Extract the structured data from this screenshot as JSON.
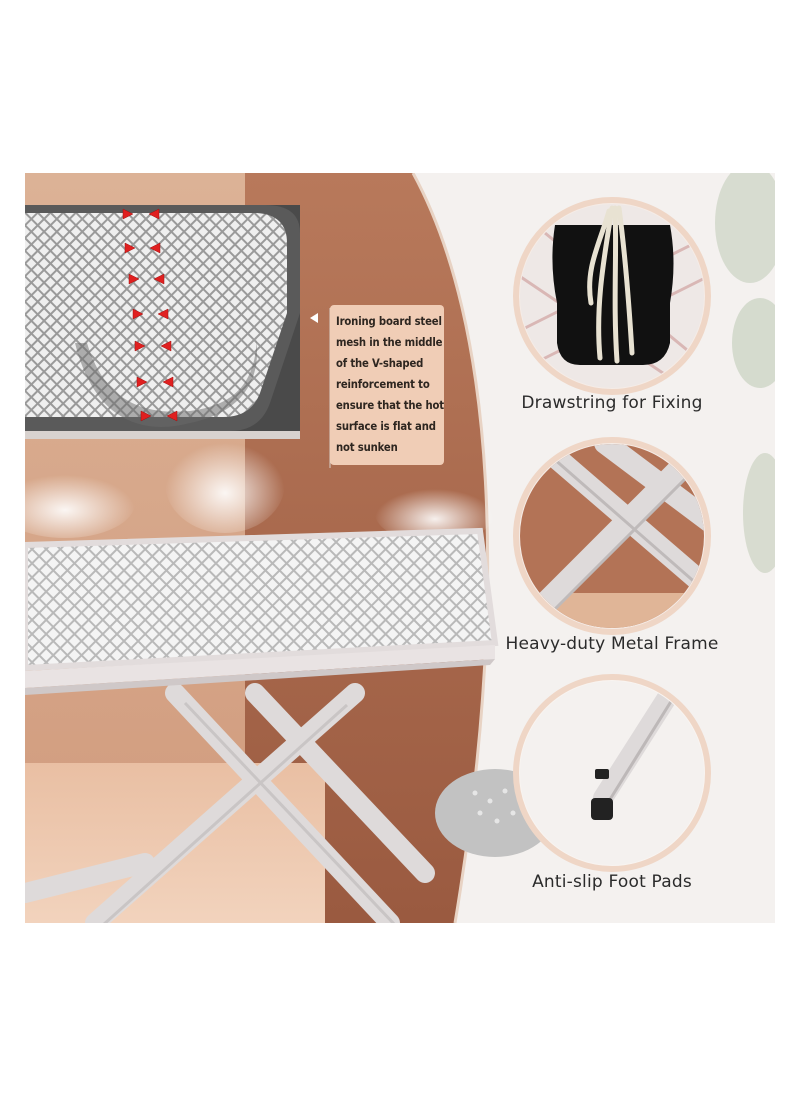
{
  "callout": {
    "lines": [
      "Ironing board steel",
      "mesh in the middle",
      "of the V-shaped",
      "reinforcement to",
      "ensure that the hot",
      "surface is flat and",
      "not sunken"
    ]
  },
  "features": [
    {
      "caption": "Drawstring for Fixing",
      "icon": "drawstring-photo"
    },
    {
      "caption": "Heavy-duty Metal Frame",
      "icon": "metal-frame-photo"
    },
    {
      "caption": "Anti-slip Foot Pads",
      "icon": "foot-pad-photo"
    }
  ],
  "colors": {
    "wall_tan": "#d9a98a",
    "wall_brown": "#a9664a",
    "accent_peach": "#f0cdb6",
    "mesh_gray": "#c8c8c8",
    "frame_white": "#e6e3e3",
    "arrow_red": "#e02020"
  }
}
